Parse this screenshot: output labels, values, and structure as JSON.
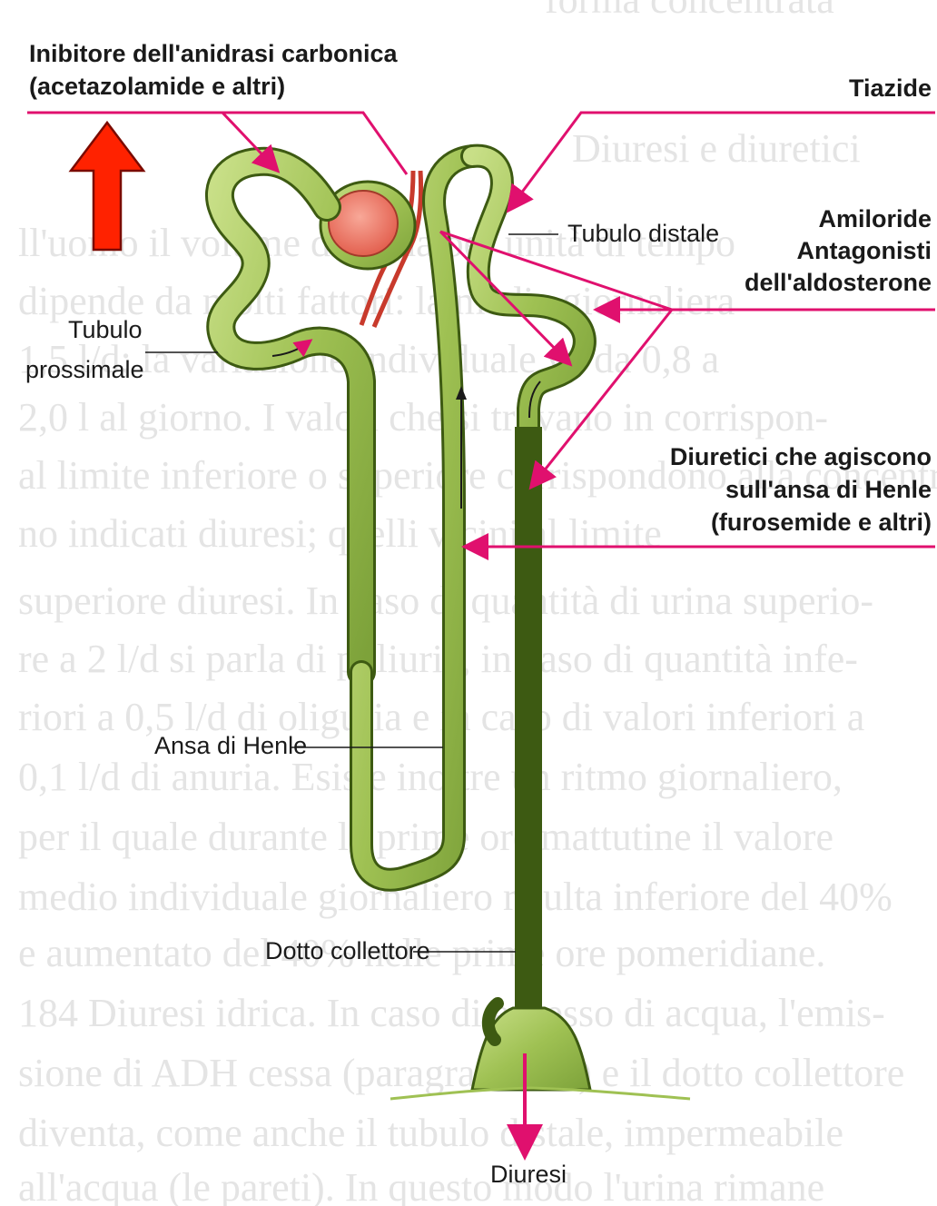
{
  "labels": {
    "inhibitor_line1": "Inibitore dell'anidrasi carbonica",
    "inhibitor_line2": "(acetazolamide e altri)",
    "tiazide": "Tiazide",
    "amiloride_line1": "Amiloride",
    "amiloride_line2": "Antagonisti",
    "amiloride_line3": "dell'aldosterone",
    "loop_line1": "Diuretici che agiscono",
    "loop_line2": "sull'ansa di Henle",
    "loop_line3": "(furosemide e altri)",
    "tubulo_distale": "Tubulo distale",
    "tubulo_prossimale_line1": "Tubulo",
    "tubulo_prossimale_line2": "prossimale",
    "ansa_henle": "Ansa di Henle",
    "dotto_collettore": "Dotto collettore",
    "diuresi": "Diuresi"
  },
  "background_text": {
    "heading": "Diuresi e diuretici",
    "rows": [
      "ll'uomo il volume di urina per unità di tempo",
      "dipende da molti fattori: la media giornaliera",
      "1,5 l/d; la variazione individuale va da 0,8 a",
      "2,0 l al giorno. I valori che si trovano in corrispon-",
      "al limite inferiore o superiore corrispondono alla concentrazio-",
      "no indicati diuresi; quelli vicini al limite",
      "superiore diuresi. In caso di quantità di urina superio-",
      "re a 2 l/d si parla di poliuria, in caso di quantità infe-",
      "riori a 0,5 l/d di oliguria e in caso di valori inferiori a",
      "0,1 l/d di anuria. Esiste inoltre un ritmo giornaliero,",
      "per il quale durante le prime ore mattutine il valore",
      "medio individuale giornaliero risulta inferiore del 40%",
      "e aumentato del 40% nelle prime ore pomeridiane.",
      "184 Diuresi idrica. In caso di eccesso di acqua, l'emis-",
      "sione di ADH cessa (paragrafo 428) e il dotto collettore",
      "diventa, come anche il tubulo distale, impermeabile",
      "all'acqua (le pareti). In questo modo l'urina rimane"
    ],
    "top_fragment": "forma concentrata"
  },
  "colors": {
    "drug_arrow": "#e0106e",
    "highlight_arrow": "#ff2200",
    "tubule_fill": "#a7c95c",
    "tubule_outline": "#3d5a12",
    "glomerulus": "#f08070",
    "vessel": "#c83a2c"
  },
  "icons": [
    "highlight-up-arrow"
  ]
}
